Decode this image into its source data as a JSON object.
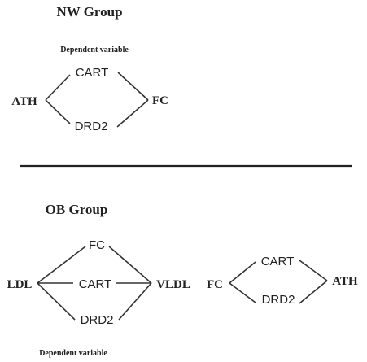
{
  "panels": [
    {
      "title": "NW Group",
      "dependent_variable_label": "Dependent variable",
      "graphs": [
        {
          "nodes": {
            "left": "ATH",
            "top": "CART",
            "bottom": "DRD2",
            "right": "FC"
          },
          "edges": [
            [
              "left",
              "top"
            ],
            [
              "left",
              "bottom"
            ],
            [
              "top",
              "right"
            ],
            [
              "bottom",
              "right"
            ]
          ]
        }
      ]
    },
    {
      "title": "OB Group",
      "dependent_variable_label": "Dependent variable",
      "graphs": [
        {
          "nodes": {
            "left": "LDL",
            "top": "FC",
            "middle": "CART",
            "bottom": "DRD2",
            "right": "VLDL"
          },
          "edges": [
            [
              "left",
              "top"
            ],
            [
              "left",
              "middle"
            ],
            [
              "left",
              "bottom"
            ],
            [
              "top",
              "right"
            ],
            [
              "middle",
              "right"
            ],
            [
              "bottom",
              "right"
            ]
          ]
        },
        {
          "nodes": {
            "left": "FC",
            "top": "CART",
            "bottom": "DRD2",
            "right": "ATH"
          },
          "edges": [
            [
              "left",
              "top"
            ],
            [
              "left",
              "bottom"
            ],
            [
              "top",
              "right"
            ],
            [
              "bottom",
              "right"
            ]
          ]
        }
      ]
    }
  ]
}
